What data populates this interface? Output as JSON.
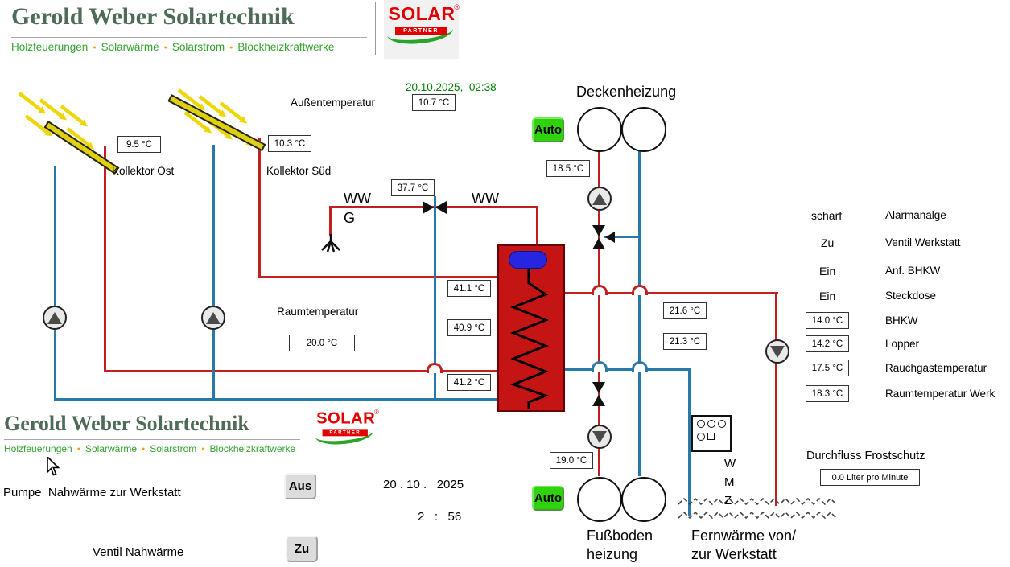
{
  "brand": {
    "title": "Gerold Weber Solartechnik",
    "subtitle": [
      "Holzfeuerungen",
      "Solarwärme",
      "Solarstrom",
      "Blockheizkraftwerke"
    ],
    "partner_top_word": "SOLAR",
    "partner_bottom_word": "PARTNER",
    "reg_mark": "®"
  },
  "header": {
    "datetime": "20.10.2025,  02:38",
    "aussentemperatur_label": "Außentemperatur",
    "aussentemperatur_value": "10.7 °C"
  },
  "collectors": {
    "ost_label": "Kollektor Ost",
    "ost_value": "9.5 °C",
    "sued_label": "Kollektor Süd",
    "sued_value": "10.3 °C"
  },
  "ww": {
    "label_left": "WW",
    "label_g": "G",
    "label_right": "WW",
    "vorlauf_value": "37.7 °C"
  },
  "tank": {
    "top_value": "41.1 °C",
    "mid_value": "40.9 °C",
    "bottom_value": "41.2 °C"
  },
  "room": {
    "label": "Raumtemperatur",
    "value": "20.0 °C"
  },
  "decken": {
    "title": "Deckenheizung",
    "auto_label": "Auto",
    "vorlauf_value": "18.5 °C"
  },
  "fussboden": {
    "title": "Fußboden\nheizung",
    "auto_label": "Auto",
    "vorlauf_value": "19.0 °C"
  },
  "fernwaerme": {
    "title": "Fernwärme von/\nzur Werkstatt",
    "wmz": "W\nM\nZ"
  },
  "right_sensors": {
    "upper_value": "21.6 °C",
    "lower_value": "21.3 °C"
  },
  "status_panel": {
    "rows": [
      {
        "state": "scharf",
        "label": "Alarmanalge"
      },
      {
        "state": "Zu",
        "label": "Ventil Werkstatt"
      },
      {
        "state": "Ein",
        "label": "Anf. BHKW"
      },
      {
        "state": "Ein",
        "label": "Steckdose"
      },
      {
        "state": "14.0 °C",
        "label": "BHKW"
      },
      {
        "state": "14.2 °C",
        "label": "Lopper"
      },
      {
        "state": "17.5 °C",
        "label": "Rauchgastemperatur"
      },
      {
        "state": "18.3 °C",
        "label": "Raumtemperatur Werk"
      }
    ]
  },
  "durchfluss": {
    "label": "Durchfluss Frostschutz",
    "value": "0.0 Liter pro Minute"
  },
  "controls": {
    "pumpe_label": "Pumpe  Nahwärme zur Werkstatt",
    "pumpe_state": "Aus",
    "ventil_label": "Ventil Nahwärme",
    "ventil_state": "Zu",
    "date": "20 . 10 .   2025",
    "time": "2   :   56"
  }
}
